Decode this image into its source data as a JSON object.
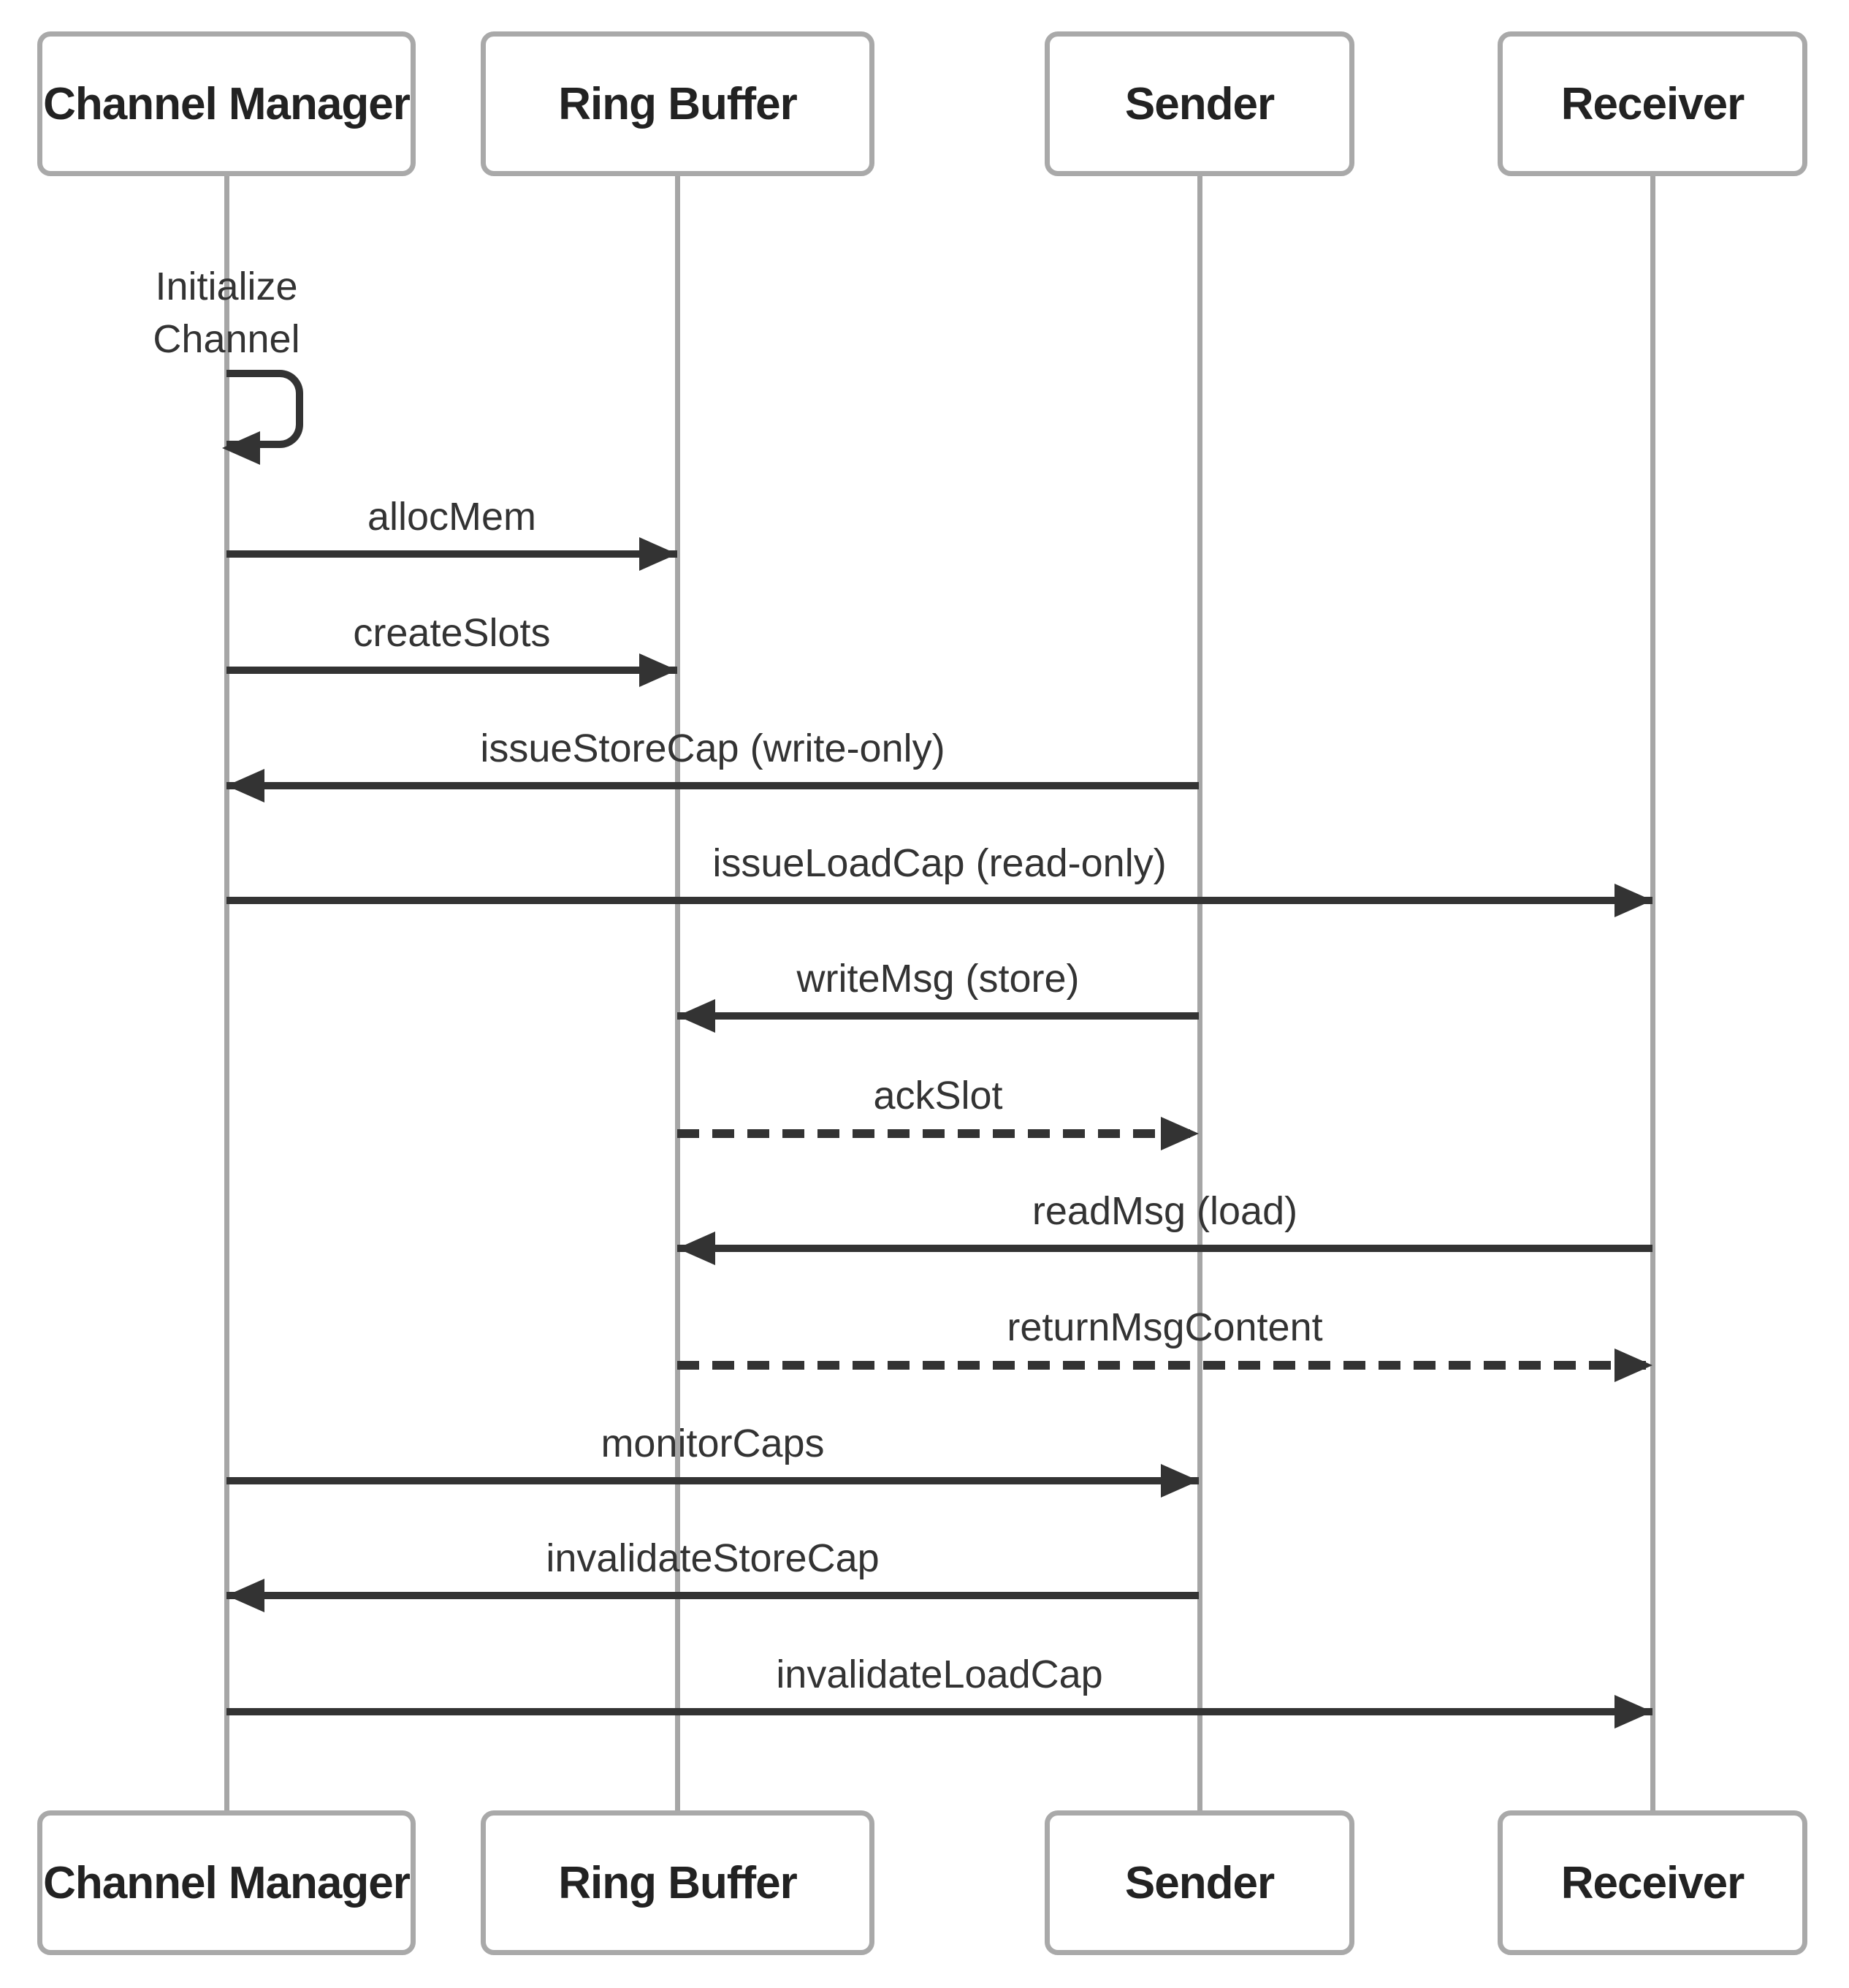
{
  "diagram": {
    "type": "sequence-diagram",
    "participants": [
      {
        "label": "Channel Manager"
      },
      {
        "label": "Ring Buffer"
      },
      {
        "label": "Sender"
      },
      {
        "label": "Receiver"
      }
    ],
    "self_message": {
      "from": "Channel Manager",
      "label": "Initialize Channel",
      "label_lines": [
        "Initialize",
        "Channel"
      ]
    },
    "messages": [
      {
        "from": "Channel Manager",
        "to": "Ring Buffer",
        "label": "allocMem",
        "line": "solid"
      },
      {
        "from": "Channel Manager",
        "to": "Ring Buffer",
        "label": "createSlots",
        "line": "solid"
      },
      {
        "from": "Sender",
        "to": "Channel Manager",
        "label": "issueStoreCap (write-only)",
        "line": "solid"
      },
      {
        "from": "Channel Manager",
        "to": "Receiver",
        "label": "issueLoadCap (read-only)",
        "line": "solid"
      },
      {
        "from": "Sender",
        "to": "Ring Buffer",
        "label": "writeMsg (store)",
        "line": "solid"
      },
      {
        "from": "Ring Buffer",
        "to": "Sender",
        "label": "ackSlot",
        "line": "dashed"
      },
      {
        "from": "Receiver",
        "to": "Ring Buffer",
        "label": "readMsg (load)",
        "line": "solid"
      },
      {
        "from": "Ring Buffer",
        "to": "Receiver",
        "label": "returnMsgContent",
        "line": "dashed"
      },
      {
        "from": "Channel Manager",
        "to": "Sender",
        "label": "monitorCaps",
        "line": "solid"
      },
      {
        "from": "Sender",
        "to": "Channel Manager",
        "label": "invalidateStoreCap",
        "line": "solid"
      },
      {
        "from": "Channel Manager",
        "to": "Receiver",
        "label": "invalidateLoadCap",
        "line": "solid"
      }
    ],
    "colors": {
      "ink": "#333333",
      "line-gray": "#a6a6a6",
      "box-border": "#a9a9a9",
      "bg": "#ffffff",
      "actor-text": "#222222"
    }
  }
}
